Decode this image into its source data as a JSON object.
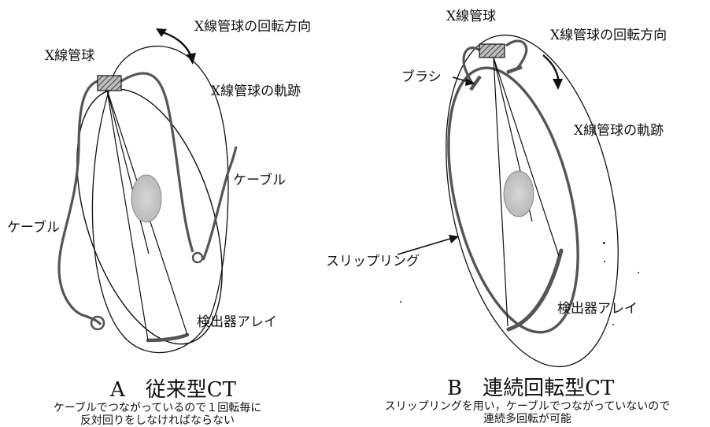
{
  "panel_a": {
    "labels": {
      "tube": "X線管球",
      "rotation": "X線管球の回転方向",
      "trajectory": "X線管球の軌跡",
      "cable_right": "ケーブル",
      "cable_left": "ケーブル",
      "detector": "検出器アレイ"
    },
    "caption": {
      "title": "A　従来型CT",
      "line1": "ケーブルでつながっているので１回転毎に",
      "line2": "反対回りをしなければならない"
    }
  },
  "panel_b": {
    "labels": {
      "tube": "X線管球",
      "rotation": "X線管球の回転方向",
      "brush": "ブラシ",
      "trajectory": "X線管球の軌跡",
      "slip_ring": "スリップリング",
      "detector": "検出器アレイ"
    },
    "caption": {
      "title": "B　連続回転型CT",
      "line1": "スリップリングを用い，ケーブルでつながっていないので",
      "line2": "連続多回転が可能"
    }
  },
  "colors": {
    "line": "#111111",
    "cable": "#555555",
    "tube_fill": "#9a9a9a",
    "body_fill": "#c8c8c8"
  }
}
